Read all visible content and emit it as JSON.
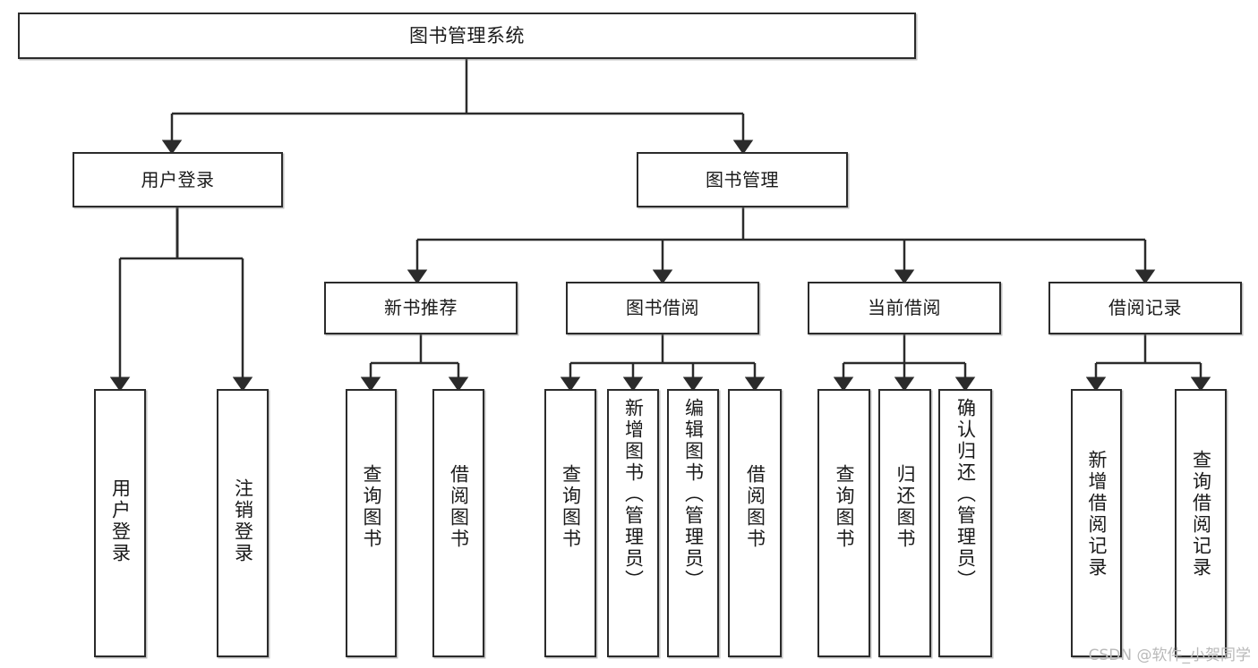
{
  "diagram": {
    "title": "图书管理系统",
    "type": "tree-hierarchy-chart",
    "root": {
      "label": "图书管理系统"
    },
    "tier2": [
      {
        "label": "用户登录"
      },
      {
        "label": "图书管理"
      }
    ],
    "tier3": [
      {
        "label": "新书推荐"
      },
      {
        "label": "图书借阅"
      },
      {
        "label": "当前借阅"
      },
      {
        "label": "借阅记录"
      }
    ],
    "leaves": {
      "user_login": [
        {
          "label": "用户登录"
        },
        {
          "label": "注销登录"
        }
      ],
      "new_book_recommend": [
        {
          "label": "查询图书"
        },
        {
          "label": "借阅图书"
        }
      ],
      "book_borrow": [
        {
          "label": "查询图书"
        },
        {
          "label": "新增图书（管理员）"
        },
        {
          "label": "编辑图书（管理员）"
        },
        {
          "label": "借阅图书"
        }
      ],
      "current_borrow": [
        {
          "label": "查询图书"
        },
        {
          "label": "归还图书"
        },
        {
          "label": "确认归还（管理员）"
        }
      ],
      "borrow_record": [
        {
          "label": "新增借阅记录"
        },
        {
          "label": "查询借阅记录"
        }
      ]
    }
  },
  "watermark": {
    "text": "CSDN @软件_小贺同学"
  },
  "colors": {
    "stroke": "#2b2b2b",
    "fill": "#ffffff",
    "text": "#1a1a1a",
    "watermark": "#b9b9b9"
  }
}
